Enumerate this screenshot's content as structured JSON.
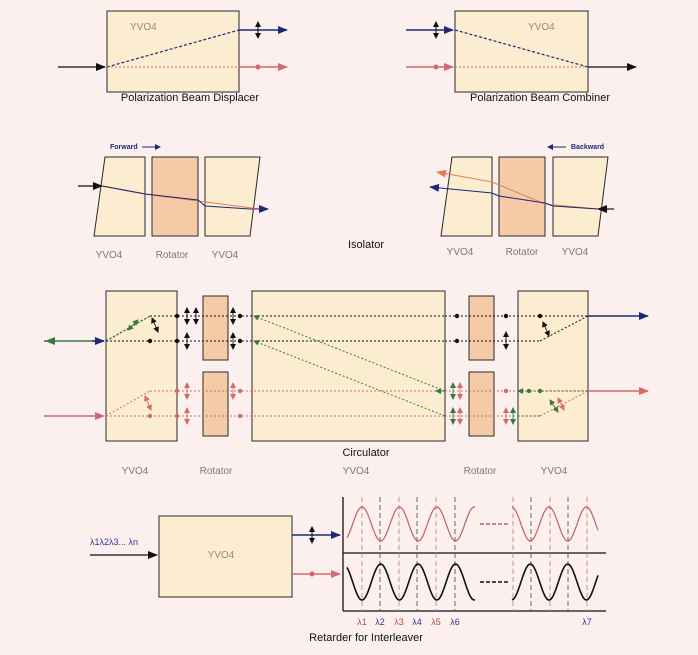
{
  "colors": {
    "crystal_fill": "#fcecd0",
    "rotator_fill": "#f5caa6",
    "edge": "#2a2a2a",
    "beam_black": "#111111",
    "beam_navy": "#1a2a78",
    "beam_red": "#d46a6a",
    "beam_green": "#3c7a3c",
    "wave_red": "#c06060",
    "guide_dash": "#c48a88",
    "lambda_red": "#c24848",
    "lambda_navy": "#2a3a8a"
  },
  "displacer": {
    "crystal": "YVO4",
    "caption": "Polarization Beam Displacer"
  },
  "combiner": {
    "crystal": "YVO4",
    "caption": "Polarization Beam Combiner"
  },
  "isolator": {
    "caption": "Isolator",
    "forward": {
      "direction": "Forward",
      "labels": [
        "YVO4",
        "Rotator",
        "YVO4"
      ]
    },
    "backward": {
      "direction": "Backward",
      "labels": [
        "YVO4",
        "Rotator",
        "YVO4"
      ]
    }
  },
  "circulator": {
    "caption": "Circulator",
    "labels": [
      "YVO4",
      "Rotator",
      "YVO4",
      "Rotator",
      "YVO4"
    ]
  },
  "interleaver": {
    "input": "λ1λ2λ3... λn",
    "crystal": "YVO4",
    "caption": "Retarder for Interleaver",
    "lambdas": [
      "λ1",
      "λ2",
      "λ3",
      "λ4",
      "λ5",
      "λ6",
      "λ7"
    ]
  }
}
